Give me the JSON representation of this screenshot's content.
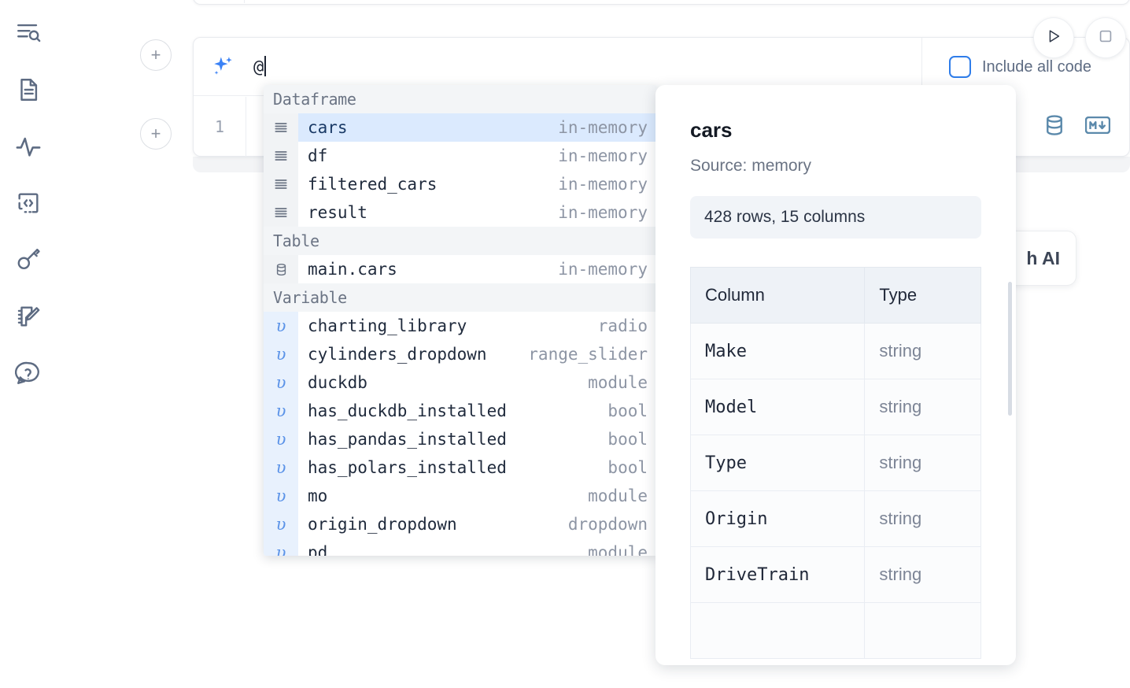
{
  "sidebar": {
    "items": [
      {
        "name": "outline-search-icon",
        "label": "Outline"
      },
      {
        "name": "file-document-icon",
        "label": "File"
      },
      {
        "name": "activity-pulse-icon",
        "label": "Activity"
      },
      {
        "name": "code-snippets-icon",
        "label": "Snippets"
      },
      {
        "name": "key-secrets-icon",
        "label": "Secrets"
      },
      {
        "name": "notebook-edit-icon",
        "label": "Scratchpad"
      },
      {
        "name": "help-question-icon",
        "label": "Help"
      }
    ]
  },
  "toolbar": {
    "run_label": "Run",
    "stop_label": "Stop",
    "include_all_code_label": "Include all code",
    "include_all_code_checked": false,
    "database_icon": "database-icon",
    "markdown_icon": "markdown-icon",
    "ai_float_button_label": "h AI"
  },
  "ai_cell": {
    "sparkle_icon": "ai-sparkle-icon",
    "input_value": "@",
    "line_number": "1"
  },
  "autocomplete": {
    "groups": [
      {
        "header": "Dataframe",
        "kind": "df",
        "icon": "dataframe-icon",
        "items": [
          {
            "name": "cars",
            "type": "in-memory",
            "selected": true
          },
          {
            "name": "df",
            "type": "in-memory",
            "selected": false
          },
          {
            "name": "filtered_cars",
            "type": "in-memory",
            "selected": false
          },
          {
            "name": "result",
            "type": "in-memory",
            "selected": false
          }
        ]
      },
      {
        "header": "Table",
        "kind": "table",
        "icon": "table-database-icon",
        "items": [
          {
            "name": "main.cars",
            "type": "in-memory",
            "selected": false
          }
        ]
      },
      {
        "header": "Variable",
        "kind": "var",
        "icon": "variable-icon",
        "items": [
          {
            "name": "charting_library",
            "type": "radio",
            "selected": false
          },
          {
            "name": "cylinders_dropdown",
            "type": "range_slider",
            "selected": false
          },
          {
            "name": "duckdb",
            "type": "module",
            "selected": false
          },
          {
            "name": "has_duckdb_installed",
            "type": "bool",
            "selected": false
          },
          {
            "name": "has_pandas_installed",
            "type": "bool",
            "selected": false
          },
          {
            "name": "has_polars_installed",
            "type": "bool",
            "selected": false
          },
          {
            "name": "mo",
            "type": "module",
            "selected": false
          },
          {
            "name": "origin_dropdown",
            "type": "dropdown",
            "selected": false
          },
          {
            "name": "pd",
            "type": "module",
            "selected": false
          }
        ]
      }
    ]
  },
  "preview": {
    "title": "cars",
    "source": "Source: memory",
    "shape": "428 rows, 15 columns",
    "table": {
      "headers": [
        "Column",
        "Type"
      ],
      "rows": [
        {
          "column": "Make",
          "type": "string"
        },
        {
          "column": "Model",
          "type": "string"
        },
        {
          "column": "Type",
          "type": "string"
        },
        {
          "column": "Origin",
          "type": "string"
        },
        {
          "column": "DriveTrain",
          "type": "string"
        },
        {
          "column": "",
          "type": ""
        }
      ]
    }
  },
  "colors": {
    "accent_blue": "#3b82f6",
    "selection_blue": "#dbeafe",
    "icon_steel": "#5b89ab",
    "muted_text": "#8d95a4"
  }
}
